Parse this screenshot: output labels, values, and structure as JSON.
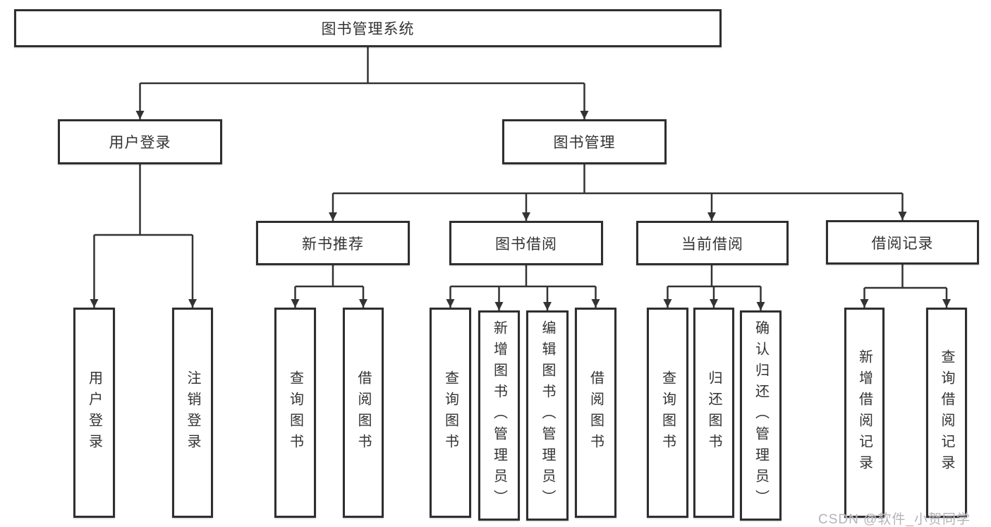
{
  "diagram": {
    "root": {
      "label": "图书管理系统"
    },
    "level2": [
      {
        "label": "用户登录"
      },
      {
        "label": "图书管理"
      }
    ],
    "level3": [
      {
        "label": "新书推荐"
      },
      {
        "label": "图书借阅"
      },
      {
        "label": "当前借阅"
      },
      {
        "label": "借阅记录"
      }
    ],
    "level4": {
      "user_login": [
        {
          "label": "用户登录"
        },
        {
          "label": "注销登录"
        }
      ],
      "new_book": [
        {
          "label": "查询图书"
        },
        {
          "label": "借阅图书"
        }
      ],
      "book_borrow": [
        {
          "label": "查询图书"
        },
        {
          "label": "新增图书（管理员）"
        },
        {
          "label": "编辑图书（管理员）"
        },
        {
          "label": "借阅图书"
        }
      ],
      "current_borrow": [
        {
          "label": "查询图书"
        },
        {
          "label": "归还图书"
        },
        {
          "label": "确认归还（管理员）"
        }
      ],
      "borrow_record": [
        {
          "label": "新增借阅记录"
        },
        {
          "label": "查询借阅记录"
        }
      ]
    },
    "watermark": "CSDN @软件_小贺同学",
    "colors": {
      "line": "#333333",
      "box_border": "#2f2f2f",
      "text": "#333333",
      "watermark_text": "#b4b4b9",
      "background": "#ffffff"
    }
  }
}
